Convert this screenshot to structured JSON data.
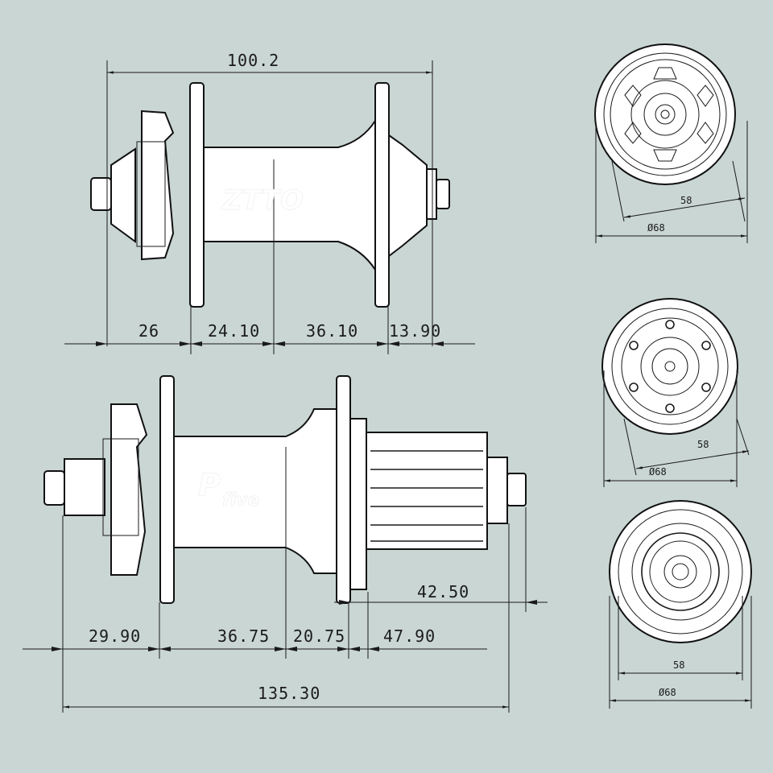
{
  "front_hub": {
    "overall_width": "100.2",
    "segments": [
      "26",
      "24.10",
      "36.10",
      "13.90"
    ],
    "logo": "ZTTO"
  },
  "rear_hub": {
    "cassette_dim": "42.50",
    "segments": [
      "29.90",
      "36.75",
      "20.75",
      "47.90"
    ],
    "overall_width": "135.30",
    "logo_letter": "P",
    "logo_word": "five"
  },
  "flange_views": [
    {
      "inner": "58",
      "outer": "Ø68"
    },
    {
      "inner": "58",
      "outer": "Ø68"
    },
    {
      "inner": "58",
      "outer": "Ø68"
    }
  ]
}
